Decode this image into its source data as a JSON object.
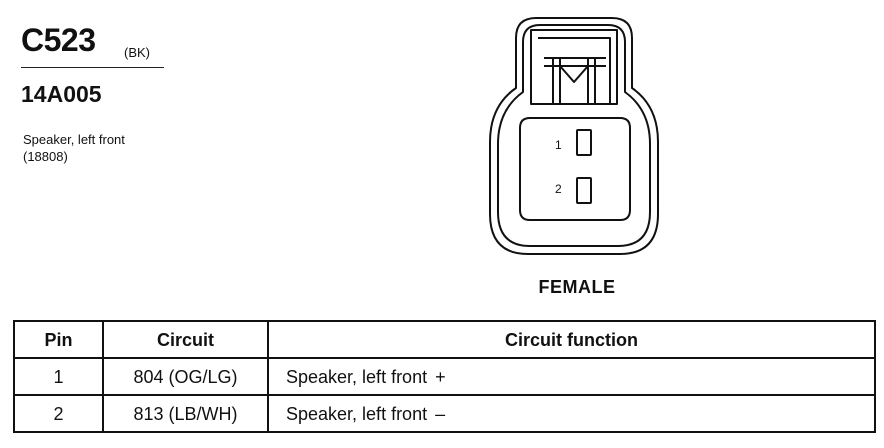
{
  "connector": {
    "id": "C523",
    "color": "(BK)",
    "part_number": "14A005",
    "description_line1": "Speaker, left front",
    "description_line2": "(18808)"
  },
  "diagram": {
    "pin_labels": [
      "1",
      "2"
    ],
    "gender": "FEMALE"
  },
  "table": {
    "headers": [
      "Pin",
      "Circuit",
      "Circuit function"
    ],
    "rows": [
      {
        "pin": "1",
        "circuit": "804 (OG/LG)",
        "function": "Speaker, left front",
        "sign": "+"
      },
      {
        "pin": "2",
        "circuit": "813 (LB/WH)",
        "function": "Speaker, left front",
        "sign": "–"
      }
    ]
  }
}
